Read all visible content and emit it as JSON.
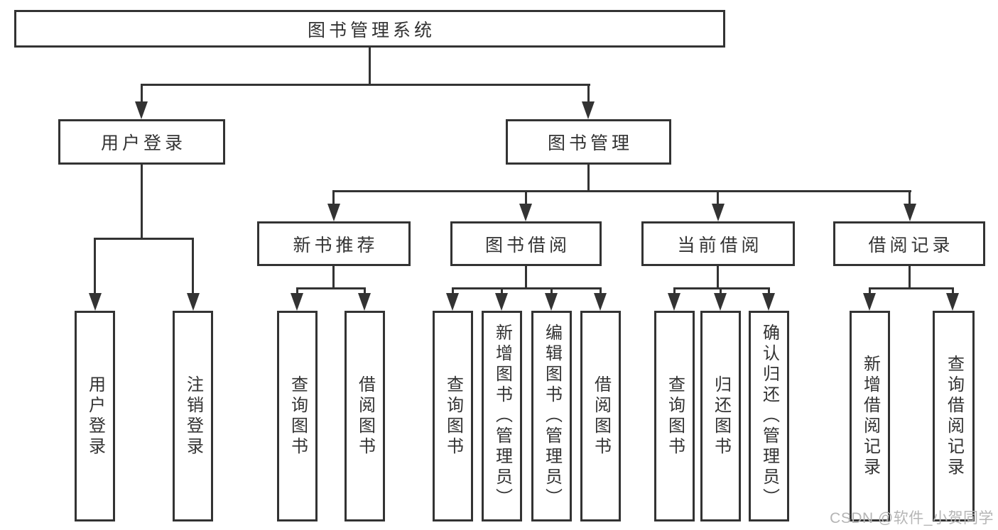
{
  "diagram_title": "图书管理系统",
  "tree": {
    "root": {
      "label": "图书管理系统"
    },
    "branches": [
      {
        "label": "用户登录",
        "children": [
          "用户登录",
          "注销登录"
        ]
      },
      {
        "label": "图书管理",
        "children": [
          {
            "label": "新书推荐",
            "children": [
              "查询图书",
              "借阅图书"
            ]
          },
          {
            "label": "图书借阅",
            "children": [
              "查询图书",
              "新增图书（管理员）",
              "编辑图书（管理员）",
              "借阅图书"
            ]
          },
          {
            "label": "当前借阅",
            "children": [
              "查询图书",
              "归还图书",
              "确认归还（管理员）"
            ]
          },
          {
            "label": "借阅记录",
            "children": [
              "新增借阅记录",
              "查询借阅记录"
            ]
          }
        ]
      }
    ]
  },
  "watermark": "CSDN @软件_小贺同学",
  "colors": {
    "line": "#333333",
    "text": "#333333",
    "background": "#ffffff",
    "watermark": "#b5b5b5"
  }
}
